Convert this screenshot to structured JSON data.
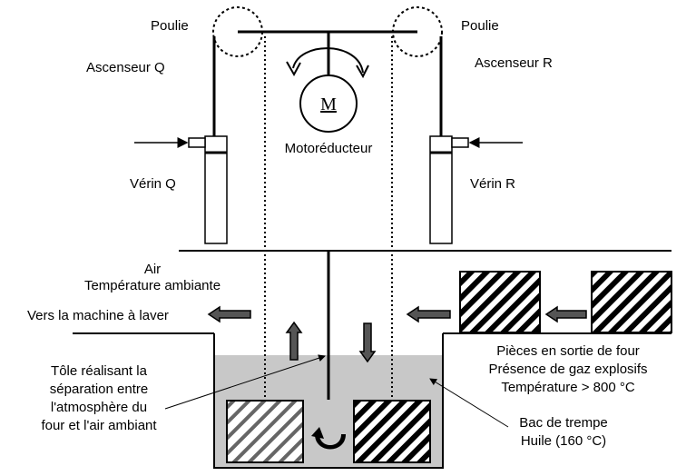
{
  "labels": {
    "poulie_left": "Poulie",
    "poulie_right": "Poulie",
    "ascenseur_q": "Ascenseur Q",
    "ascenseur_r": "Ascenseur R",
    "motor_symbol": "M",
    "motoreducteur": "Motoréducteur",
    "verin_q": "Vérin Q",
    "verin_r": "Vérin R",
    "air": "Air",
    "temperature_ambiante": "Température ambiante",
    "vers_machine": "Vers la machine à laver",
    "tole_lines": [
      "Tôle réalisant la",
      "séparation entre",
      "l'atmosphère du",
      "four et l'air ambiant"
    ],
    "pieces_lines": [
      "Pièces en sortie de four",
      "Présence de gaz explosifs",
      "Température > 800 °C"
    ],
    "bac_lines": [
      "Bac de trempe",
      "Huile (160 °C)"
    ]
  },
  "colors": {
    "oil": "#c8c8c8",
    "line": "#000000",
    "arrow_fill": "#555555"
  }
}
